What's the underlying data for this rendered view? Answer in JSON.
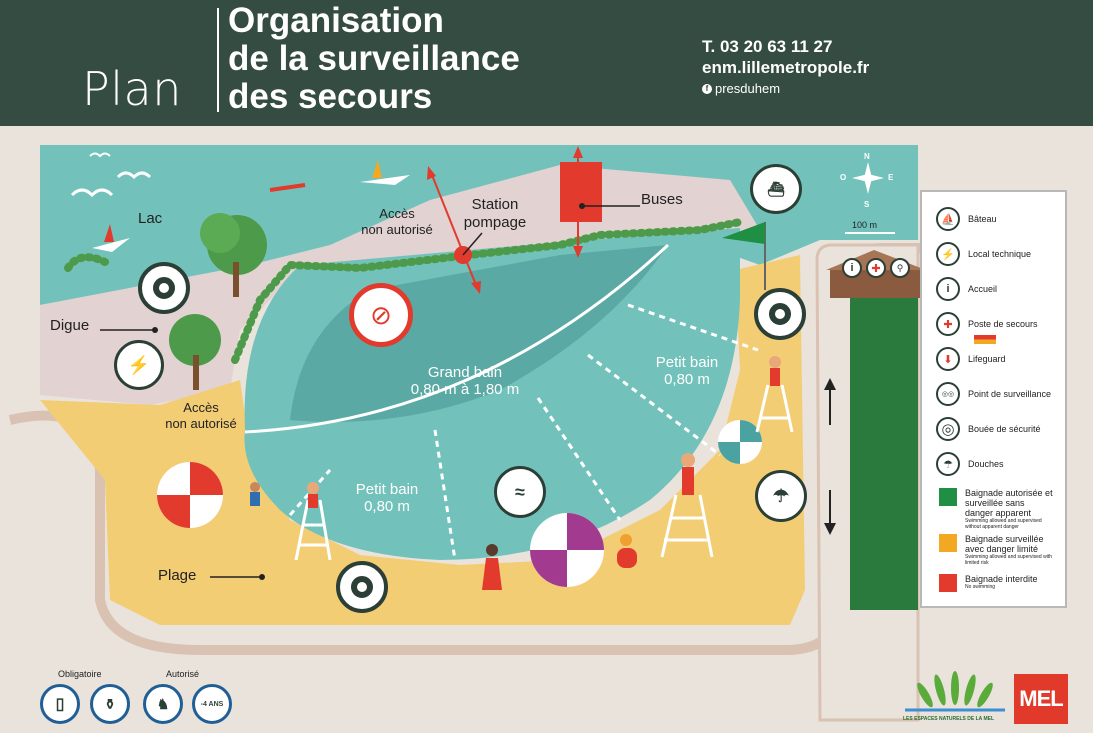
{
  "header": {
    "plan": "Plan",
    "title_line1": "Organisation",
    "title_line2": "de la surveillance",
    "title_line3": "des secours",
    "phone": "T. 03 20 63 11 27",
    "website": "enm.lillemetropole.fr",
    "facebook": "presduhem",
    "facebook_icon": "f"
  },
  "map_labels": {
    "lac": "Lac",
    "digue": "Digue",
    "plage": "Plage",
    "acces_top": "Accès\nnon autorisé",
    "acces_left": "Accès\nnon autorisé",
    "station": "Station\npompage",
    "buses": "Buses",
    "grand_bain": "Grand bain\n0,80 m à 1,80 m",
    "petit_bain_right": "Petit bain\n0,80 m",
    "petit_bain_left": "Petit bain\n0,80 m",
    "scale": "100 m",
    "compass": {
      "n": "N",
      "s": "S",
      "e": "E",
      "o": "O"
    }
  },
  "legend": {
    "items": [
      {
        "label": "Bâteau",
        "icon": "boat-icon",
        "glyph": "⛵"
      },
      {
        "label": "Local technique",
        "icon": "lightning-icon",
        "glyph": "⚡"
      },
      {
        "label": "Accueil",
        "icon": "info-icon",
        "glyph": "i"
      },
      {
        "label": "Poste de secours",
        "icon": "red-cross-icon",
        "glyph": "✚"
      },
      {
        "label": "Lifeguard",
        "icon": "lifeguard-icon",
        "glyph": "⬇"
      },
      {
        "label": "Point de surveillance",
        "icon": "binoculars-icon",
        "glyph": "◎◎"
      },
      {
        "label": "Bouée de sécurité",
        "icon": "lifebuoy-icon",
        "glyph": "◎"
      },
      {
        "label": "Douches",
        "icon": "shower-icon",
        "glyph": "☂"
      }
    ],
    "zones": [
      {
        "label": "Baignade autorisée et surveillée sans danger apparent",
        "sub": "Swimming allowed and supervised without apparent danger",
        "color": "#1e8f43"
      },
      {
        "label": "Baignade surveillée avec danger limité",
        "sub": "Swimming allowed and supervised with limited risk",
        "color": "#f3a824"
      },
      {
        "label": "Baignade interdite",
        "sub": "No swimming",
        "color": "#e23a2d"
      }
    ]
  },
  "bottom": {
    "obligatoire": "Obligatoire",
    "autorise": "Autorisé",
    "badge_kids": "-4 ANS",
    "partner_logo": "LES ESPACES NATURELS DE LA MEL",
    "mel": "MEL"
  },
  "colors": {
    "header_bg": "#344c42",
    "water": "#72c2bb",
    "deep_water": "#5aa9a4",
    "sand": "#f3cd74",
    "lake_pink": "#e2d2d2",
    "danger": "#e23a2d",
    "safe": "#1e8f43",
    "limited": "#f3a824"
  }
}
